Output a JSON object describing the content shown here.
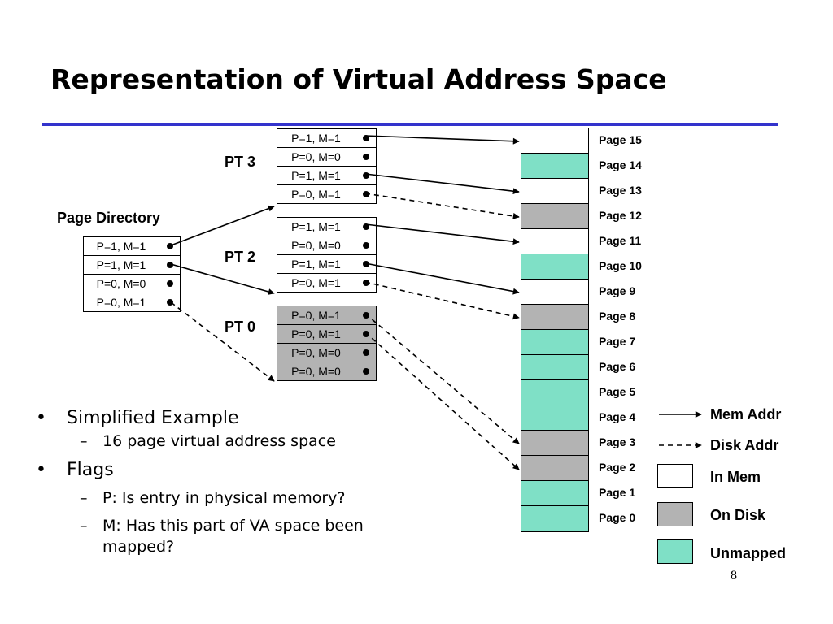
{
  "title": "Representation of Virtual Address Space",
  "page_directory": {
    "label": "Page Directory",
    "entries": [
      "P=1, M=1",
      "P=1, M=1",
      "P=0, M=0",
      "P=0, M=1"
    ]
  },
  "page_tables": [
    {
      "label": "PT 3",
      "entries": [
        "P=1, M=1",
        "P=0, M=0",
        "P=1, M=1",
        "P=0, M=1"
      ]
    },
    {
      "label": "PT 2",
      "entries": [
        "P=1, M=1",
        "P=0, M=0",
        "P=1, M=1",
        "P=0, M=1"
      ]
    },
    {
      "label": "PT 0",
      "entries": [
        "P=0, M=1",
        "P=0, M=1",
        "P=0, M=0",
        "P=0, M=0"
      ]
    }
  ],
  "pages": [
    {
      "label": "Page 15",
      "state": "in-mem"
    },
    {
      "label": "Page 14",
      "state": "unmapped"
    },
    {
      "label": "Page 13",
      "state": "in-mem"
    },
    {
      "label": "Page 12",
      "state": "on-disk"
    },
    {
      "label": "Page 11",
      "state": "in-mem"
    },
    {
      "label": "Page 10",
      "state": "unmapped"
    },
    {
      "label": "Page 9",
      "state": "in-mem"
    },
    {
      "label": "Page 8",
      "state": "on-disk"
    },
    {
      "label": "Page 7",
      "state": "unmapped"
    },
    {
      "label": "Page 6",
      "state": "unmapped"
    },
    {
      "label": "Page 5",
      "state": "unmapped"
    },
    {
      "label": "Page 4",
      "state": "unmapped"
    },
    {
      "label": "Page 3",
      "state": "on-disk"
    },
    {
      "label": "Page 2",
      "state": "on-disk"
    },
    {
      "label": "Page 1",
      "state": "unmapped"
    },
    {
      "label": "Page 0",
      "state": "unmapped"
    }
  ],
  "legend": {
    "mem_addr": "Mem Addr",
    "disk_addr": "Disk Addr",
    "in_mem": "In Mem",
    "on_disk": "On Disk",
    "unmapped": "Unmapped"
  },
  "colors": {
    "in_mem": "#ffffff",
    "on_disk": "#b3b3b3",
    "unmapped": "#7fe0c6",
    "title_rule": "#3333cc"
  },
  "bullets": [
    {
      "text": "Simplified Example",
      "sub": [
        "16 page virtual address space"
      ]
    },
    {
      "text": "Flags",
      "sub": [
        "P: Is entry in physical memory?",
        "M: Has this part of VA space been mapped?"
      ]
    }
  ],
  "slide_number": "8"
}
